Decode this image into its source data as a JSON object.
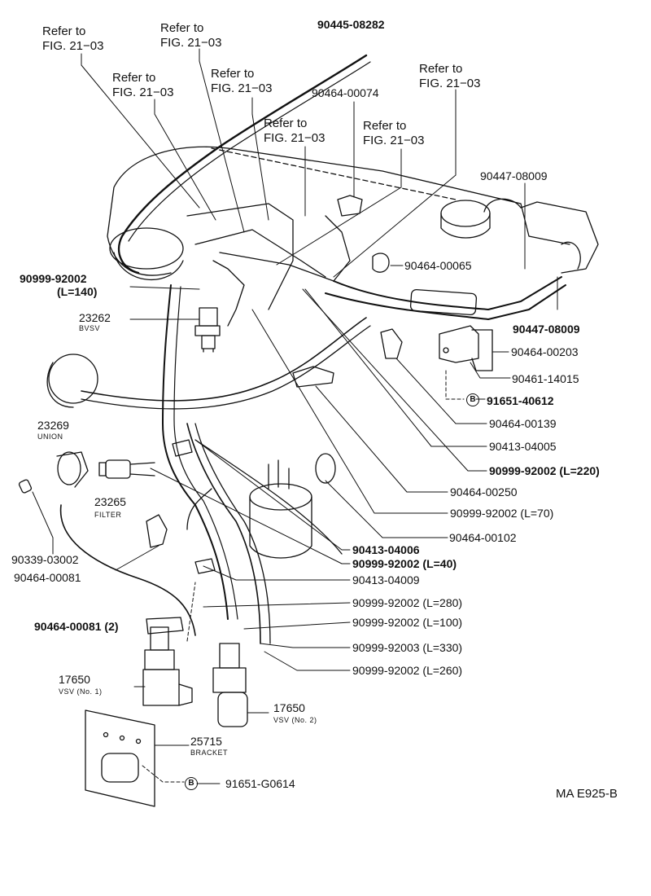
{
  "refs": {
    "r1": [
      "Refer to",
      "FIG. 21−03"
    ],
    "r2": [
      "Refer to",
      "FIG. 21−03"
    ],
    "r3": [
      "Refer to",
      "FIG. 21−03"
    ],
    "r4": [
      "Refer to",
      "FIG. 21−03"
    ],
    "r5": [
      "Refer to",
      "FIG. 21−03"
    ],
    "r6": [
      "Refer to",
      "FIG. 21−03"
    ],
    "r7": [
      "Refer to",
      "FIG. 21−03"
    ]
  },
  "labels": {
    "p_90445_08282": "90445-08282",
    "p_90464_00074": "90464-00074",
    "p_90447_08009_top": "90447-08009",
    "p_90999_92002_l140_a": "90999-92002",
    "p_90999_92002_l140_b": "(L=140)",
    "p_90464_00065": "90464-00065",
    "p_23262": "23262",
    "p_23262_sub": "BVSV",
    "p_90447_08009_bot": "90447-08009",
    "p_90464_00203": "90464-00203",
    "p_90461_14015": "90461-14015",
    "p_91651_40612": "91651-40612",
    "p_90464_00139": "90464-00139",
    "p_90413_04005": "90413-04005",
    "p_90999_92002_l220": "90999-92002 (L=220)",
    "p_23269": "23269",
    "p_23269_sub": "UNION",
    "p_90464_00250": "90464-00250",
    "p_90999_92002_l70": "90999-92002 (L=70)",
    "p_23265": "23265",
    "p_23265_sub": "FILTER",
    "p_90464_00102": "90464-00102",
    "p_90339_03002": "90339-03002",
    "p_90413_04006": "90413-04006",
    "p_90999_92002_l40": "90999-92002 (L=40)",
    "p_90464_00081": "90464-00081",
    "p_90413_04009": "90413-04009",
    "p_90999_92002_l280": "90999-92002 (L=280)",
    "p_90464_00081_2": "90464-00081 (2)",
    "p_90999_92002_l100": "90999-92002 (L=100)",
    "p_90999_92003_l330": "90999-92003 (L=330)",
    "p_90999_92002_l260": "90999-92002 (L=260)",
    "p_17650_1": "17650",
    "p_17650_1_sub": "VSV (No. 1)",
    "p_17650_2": "17650",
    "p_17650_2_sub": "VSV (No. 2)",
    "p_25715": "25715",
    "p_25715_sub": "BRACKET",
    "p_91651_g0614": "91651-G0614",
    "b_marker": "B",
    "drawing_id": "MA E925-B"
  }
}
